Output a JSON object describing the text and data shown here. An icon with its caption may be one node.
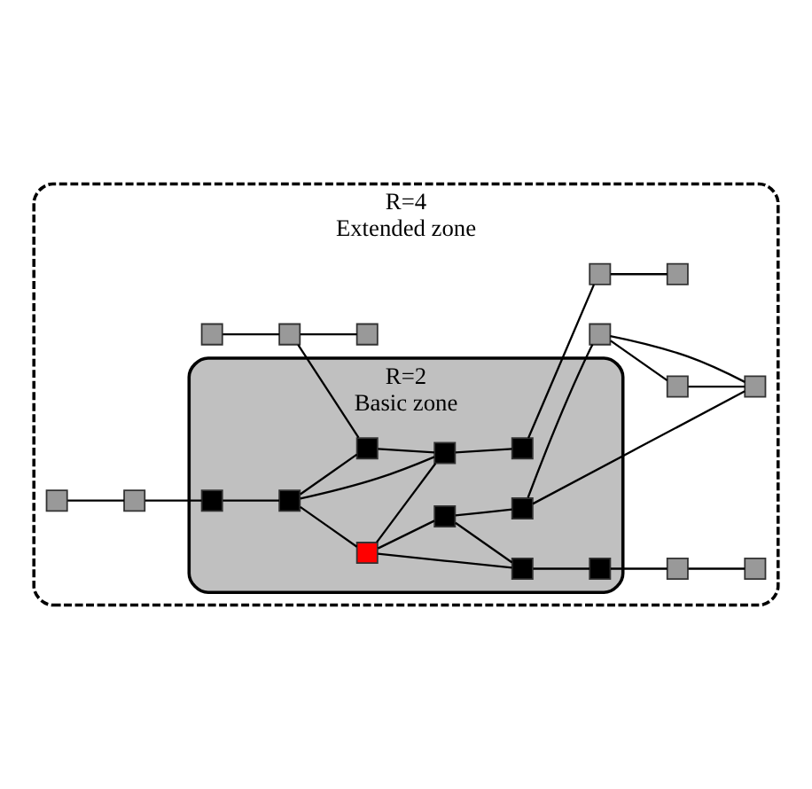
{
  "diagram": {
    "nodes": [
      {
        "text": [
          "R=4",
          "Extended zone"
        ]
      },
      {
        "text": [
          "R=2",
          "Basic zone"
        ],
        "in": 0
      },
      {
        "text": [],
        "shape": "box",
        "in": 1
      },
      {
        "text": [],
        "shape": "box",
        "in": 1
      },
      {
        "text": [],
        "shape": "box",
        "in": 1
      },
      {
        "text": [],
        "shape": "box",
        "in": 1
      },
      {
        "text": [],
        "shape": "box",
        "in": 1
      },
      {
        "text": [],
        "shape": "box",
        "in": 1
      },
      {
        "text": [],
        "shape": "box",
        "in": 1
      },
      {
        "text": [],
        "shape": "box",
        "in": 1
      },
      {
        "text": [],
        "shape": "box",
        "in": 1
      },
      {
        "text": [],
        "shape": "box",
        "in": 1
      },
      {
        "text": [],
        "shape": "box",
        "in": 0
      },
      {
        "text": [],
        "shape": "box",
        "in": 0
      },
      {
        "text": [],
        "shape": "box",
        "in": 0
      },
      {
        "text": [],
        "shape": "box",
        "in": 0
      },
      {
        "text": [],
        "shape": "box",
        "in": 0
      },
      {
        "text": [],
        "shape": "box",
        "in": 0
      },
      {
        "text": [],
        "shape": "box",
        "in": 0
      },
      {
        "text": [],
        "shape": "box",
        "in": 0
      },
      {
        "text": [],
        "shape": "box",
        "in": 0
      },
      {
        "text": [],
        "shape": "box",
        "in": 0
      },
      {
        "text": [],
        "shape": "box",
        "in": 0
      },
      {
        "text": [],
        "shape": "box",
        "in": 0
      }
    ],
    "edges": [
      {
        "from": 13,
        "to": 14,
        "arrow": "none"
      },
      {
        "from": 14,
        "to": 2,
        "arrow": "none"
      },
      {
        "from": 12,
        "to": 16,
        "arrow": "none"
      },
      {
        "from": 16,
        "to": 15,
        "arrow": "none"
      },
      {
        "from": 16,
        "to": 3,
        "arrow": "none"
      },
      {
        "from": 2,
        "to": 4,
        "arrow": "none"
      },
      {
        "from": 4,
        "to": 3,
        "arrow": "none"
      },
      {
        "from": 4,
        "to": 6,
        "arrow": "none"
      },
      {
        "from": 4,
        "to": 5,
        "arrow": "none"
      },
      {
        "from": 3,
        "to": 5,
        "arrow": "none"
      },
      {
        "from": 6,
        "to": 5,
        "arrow": "none"
      },
      {
        "from": 5,
        "to": 7,
        "arrow": "none"
      },
      {
        "from": 7,
        "to": 17,
        "arrow": "none"
      },
      {
        "from": 17,
        "to": 18,
        "arrow": "none"
      },
      {
        "from": 6,
        "to": 8,
        "arrow": "none"
      },
      {
        "from": 6,
        "to": 9,
        "arrow": "none"
      },
      {
        "from": 8,
        "to": 9,
        "arrow": "none"
      },
      {
        "from": 8,
        "to": 10,
        "arrow": "none"
      },
      {
        "from": 9,
        "to": 11,
        "arrow": "none"
      },
      {
        "from": 10,
        "to": 19,
        "arrow": "none"
      },
      {
        "from": 10,
        "to": 21,
        "arrow": "none"
      },
      {
        "from": 19,
        "to": 20,
        "arrow": "none"
      },
      {
        "from": 20,
        "to": 21,
        "arrow": "none"
      },
      {
        "from": 19,
        "to": 21,
        "arrow": "none"
      },
      {
        "from": 11,
        "to": 22,
        "arrow": "none"
      },
      {
        "from": 22,
        "to": 23,
        "arrow": "none"
      }
    ]
  }
}
